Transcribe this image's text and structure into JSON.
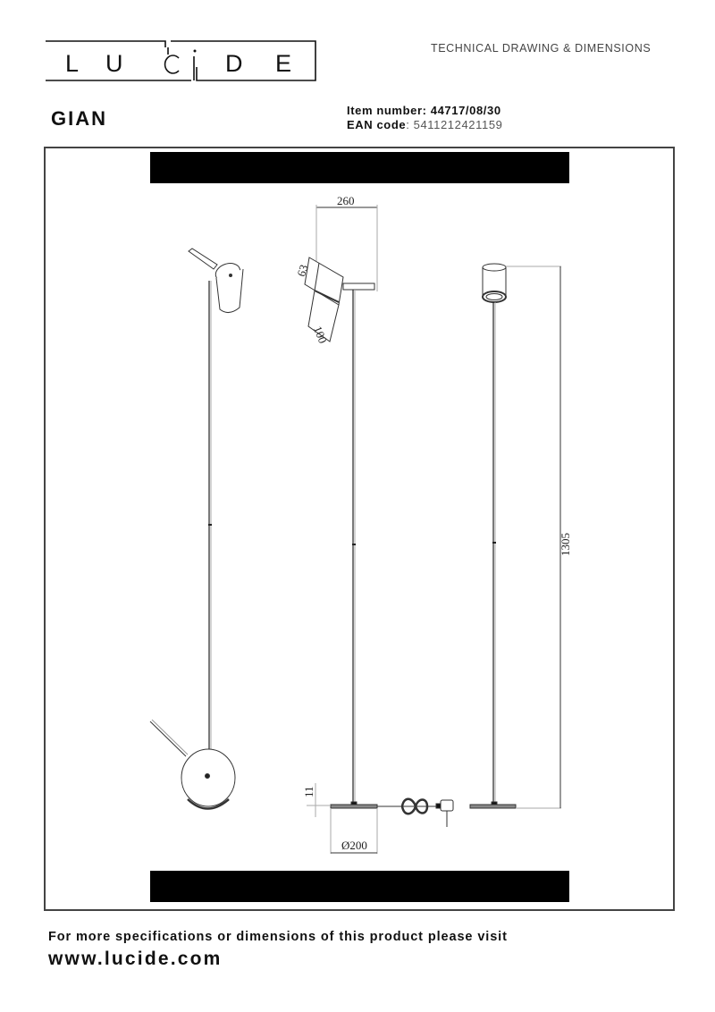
{
  "header": {
    "brand_letters": [
      "L",
      "U",
      "C",
      "I",
      "D",
      "E"
    ],
    "doc_type": "TECHNICAL DRAWING & DIMENSIONS"
  },
  "product": {
    "name": "GIAN",
    "item_number_label": "Item number:",
    "item_number": "44717/08/30",
    "ean_label": "EAN code",
    "ean_code": ": 5411212421159"
  },
  "drawing": {
    "dimensions": {
      "head_width": "260",
      "shade_height": "63",
      "shade_diameter": "100",
      "total_height": "1305",
      "base_height": "11",
      "base_diameter": "Ø200"
    },
    "views": [
      "perspective-view",
      "side-view",
      "front-view"
    ]
  },
  "footer": {
    "text": "For more specifications or dimensions of this product please visit",
    "url": "www.lucide.com"
  }
}
